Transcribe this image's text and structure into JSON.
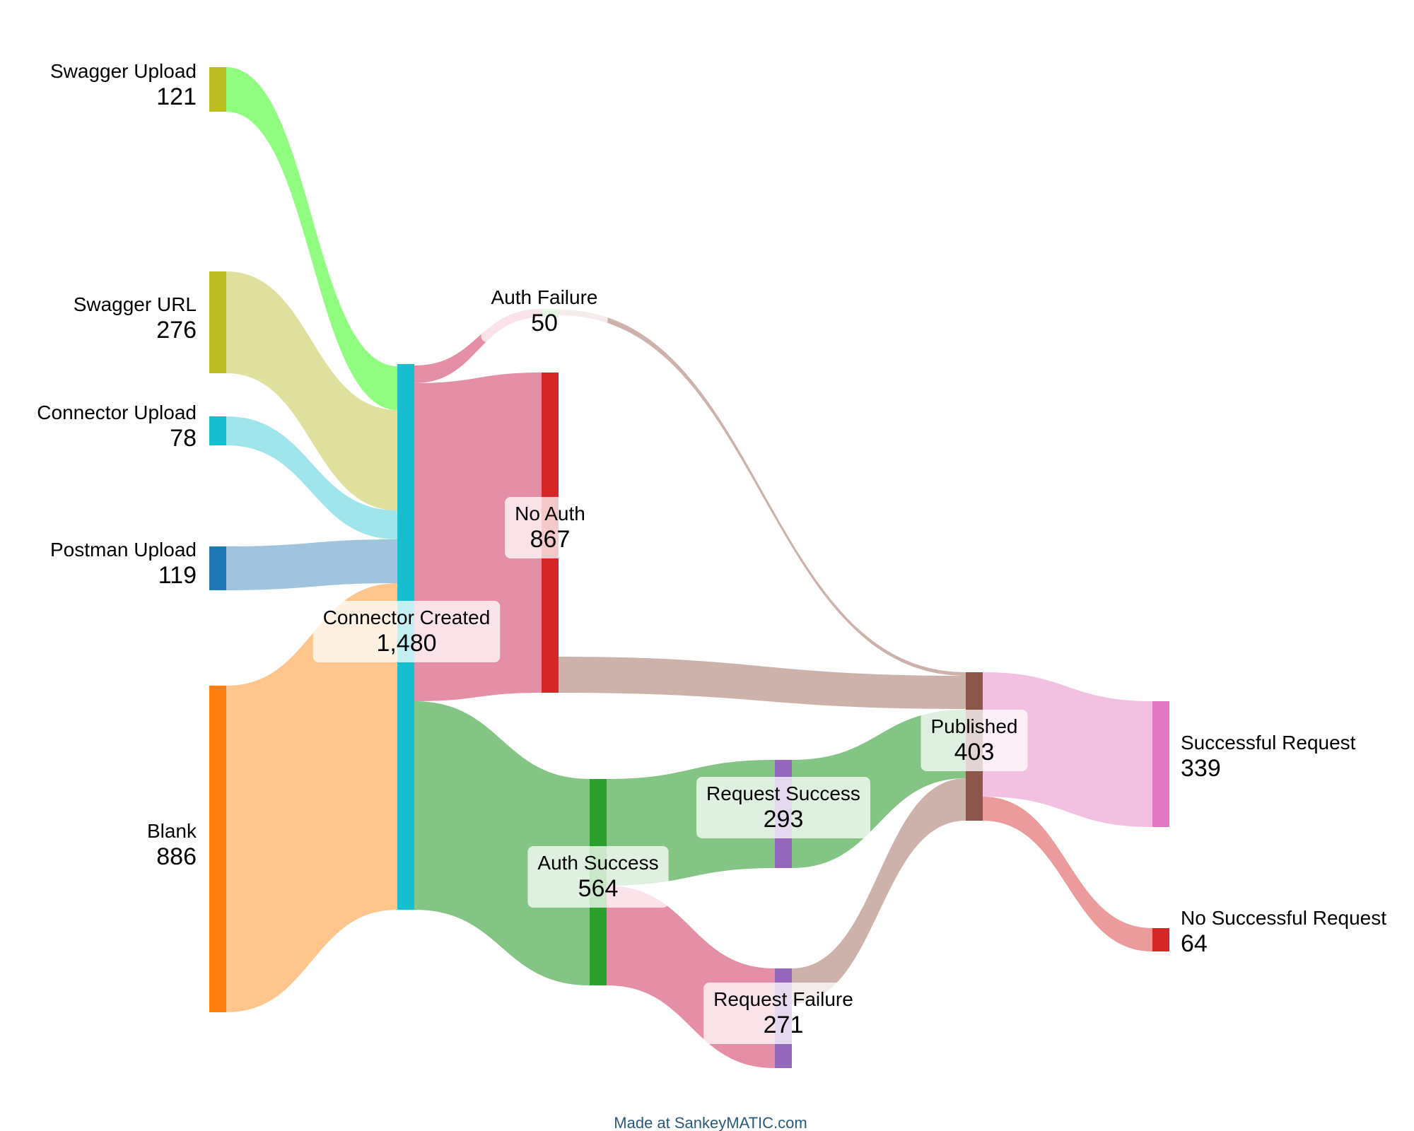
{
  "credit": "Made at SankeyMATIC.com",
  "chart_data": {
    "type": "sankey",
    "nodes": [
      {
        "id": "swagger_upload",
        "name": "Swagger Upload",
        "value": "121",
        "color": "#bcbd22"
      },
      {
        "id": "swagger_url",
        "name": "Swagger URL",
        "value": "276",
        "color": "#bcbd22"
      },
      {
        "id": "connector_upload",
        "name": "Connector Upload",
        "value": "78",
        "color": "#17becf"
      },
      {
        "id": "postman_upload",
        "name": "Postman Upload",
        "value": "119",
        "color": "#1f77b4"
      },
      {
        "id": "blank",
        "name": "Blank",
        "value": "886",
        "color": "#ff7f0e"
      },
      {
        "id": "connector_created",
        "name": "Connector Created",
        "value": "1,480",
        "color": "#17becf"
      },
      {
        "id": "auth_failure",
        "name": "Auth Failure",
        "value": "50",
        "color": "#98df8a"
      },
      {
        "id": "no_auth",
        "name": "No Auth",
        "value": "867",
        "color": "#d62728"
      },
      {
        "id": "auth_success",
        "name": "Auth Success",
        "value": "564",
        "color": "#2ca02c"
      },
      {
        "id": "request_success",
        "name": "Request Success",
        "value": "293",
        "color": "#9467bd"
      },
      {
        "id": "request_failure",
        "name": "Request Failure",
        "value": "271",
        "color": "#9467bd"
      },
      {
        "id": "published",
        "name": "Published",
        "value": "403",
        "color": "#8c564b"
      },
      {
        "id": "successful_request",
        "name": "Successful Request",
        "value": "339",
        "color": "#e377c2"
      },
      {
        "id": "no_successful_request",
        "name": "No Successful Request",
        "value": "64",
        "color": "#d62728"
      }
    ],
    "flows": [
      {
        "from": "swagger_upload",
        "to": "connector_created",
        "value": 121,
        "color": "#7cfc6a"
      },
      {
        "from": "swagger_url",
        "to": "connector_created",
        "value": 276,
        "color": "#dbdb8d"
      },
      {
        "from": "connector_upload",
        "to": "connector_created",
        "value": 78,
        "color": "#8ee0e8"
      },
      {
        "from": "postman_upload",
        "to": "connector_created",
        "value": 119,
        "color": "#8fb8d8"
      },
      {
        "from": "blank",
        "to": "connector_created",
        "value": 886,
        "color": "#ffbb78"
      },
      {
        "from": "connector_created",
        "to": "auth_failure",
        "value": 50,
        "color": "#e07b98"
      },
      {
        "from": "connector_created",
        "to": "no_auth",
        "value": 867,
        "color": "#e07b98"
      },
      {
        "from": "connector_created",
        "to": "auth_success",
        "value": 564,
        "color": "#6fba6f"
      },
      {
        "from": "auth_failure",
        "to": "published",
        "value": 9,
        "color": "#c4a59d"
      },
      {
        "from": "no_auth",
        "to": "published",
        "value": 97,
        "color": "#c4a59d"
      },
      {
        "from": "auth_success",
        "to": "request_success",
        "value": 293,
        "color": "#6fba6f"
      },
      {
        "from": "auth_success",
        "to": "request_failure",
        "value": 271,
        "color": "#e07b98"
      },
      {
        "from": "request_success",
        "to": "published",
        "value": 293,
        "color": "#6fba6f"
      },
      {
        "from": "request_failure",
        "to": "published",
        "value": 4,
        "color": "#c4a59d"
      },
      {
        "from": "published",
        "to": "successful_request",
        "value": 339,
        "color": "#f0b6dd"
      },
      {
        "from": "published",
        "to": "no_successful_request",
        "value": 64,
        "color": "#e88a8a"
      }
    ]
  }
}
